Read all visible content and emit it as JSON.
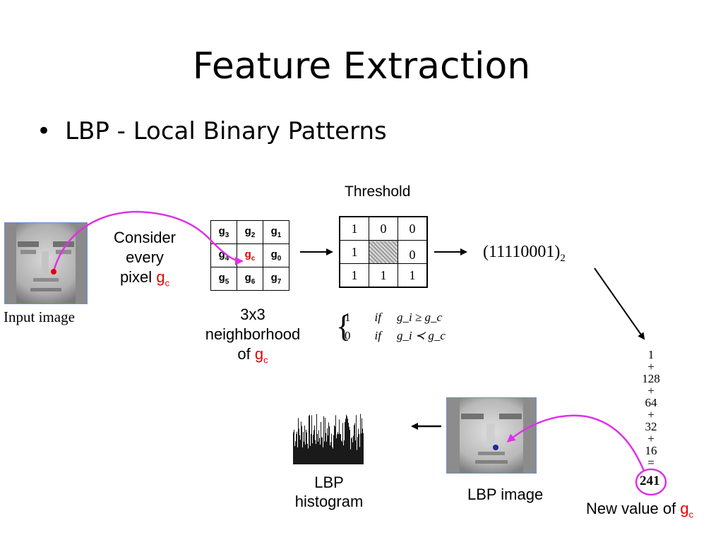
{
  "slide": {
    "title": "Feature Extraction",
    "bullet": "LBP - Local Binary Patterns"
  },
  "input": {
    "caption": "Input image",
    "consider_lines": [
      "Consider",
      "every",
      "pixel"
    ],
    "gc": "g",
    "gc_sub": "c"
  },
  "neighborhood": {
    "cells": [
      [
        {
          "b": "g",
          "s": "3"
        },
        {
          "b": "g",
          "s": "2"
        },
        {
          "b": "g",
          "s": "1"
        }
      ],
      [
        {
          "b": "g",
          "s": "4"
        },
        {
          "b": "g",
          "s": "c"
        },
        {
          "b": "g",
          "s": "0"
        }
      ],
      [
        {
          "b": "g",
          "s": "5"
        },
        {
          "b": "g",
          "s": "6"
        },
        {
          "b": "g",
          "s": "7"
        }
      ]
    ],
    "caption_lines": [
      "3x3",
      "neighborhood",
      "of"
    ]
  },
  "threshold": {
    "title": "Threshold",
    "cells": [
      [
        "1",
        "0",
        "0"
      ],
      [
        "1",
        "",
        "0"
      ],
      [
        "1",
        "1",
        "1"
      ]
    ],
    "cond1": {
      "v": "1",
      "if": "if",
      "expr": "g_i ≥ g_c"
    },
    "cond2": {
      "v": "0",
      "if": "if",
      "expr": "g_i ≺ g_c"
    }
  },
  "binary": {
    "value": "(11110001)",
    "base": "2"
  },
  "sum": {
    "terms": [
      "1",
      "128",
      "64",
      "32",
      "16"
    ],
    "plus": "+",
    "equals": "=",
    "result": "241",
    "caption": "New value of"
  },
  "lbp_image": {
    "caption": "LBP image"
  },
  "histogram": {
    "caption_lines": [
      "LBP",
      "histogram"
    ]
  },
  "colors": {
    "accent_magenta": "#e030e8",
    "red": "#e60000",
    "face_border": "#6f8fd0"
  }
}
